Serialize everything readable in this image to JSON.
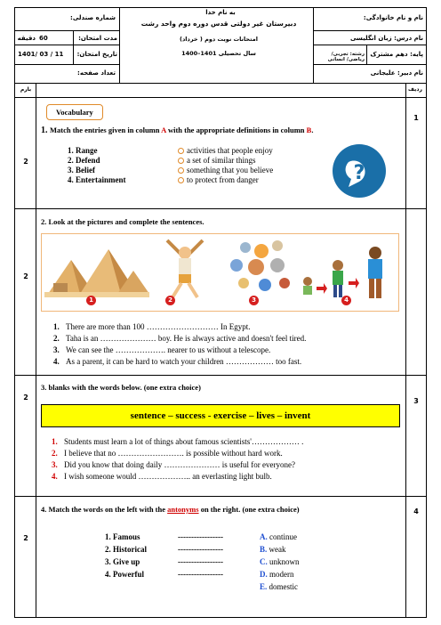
{
  "header": {
    "besmellah": "به نام خدا",
    "school": "دبیرستان غیر دولتی قدس دوره دوم واحد رشت",
    "exam_name": "امتحانات نوبت دوم ( خرداد)",
    "year": "سال تحصیلی 1401–1400",
    "name_label": "نام و نام خانوادگی:",
    "seat_label": "شماره صندلی:",
    "subject_label": "نام درس: زبان انگلیسی",
    "duration_label": "مدت امتحان:",
    "duration_value": "60",
    "duration_unit": "دقیقه",
    "grade_label": "پایه: دهم مشترک",
    "field_label": "رشته: تجربی/ریاضی/ انسانی",
    "date_label": "تاریخ امتحان:",
    "date_value": "1401/ 03 / 11",
    "teacher_label": "نام دبیر: علیجانی",
    "pages_label": "تعداد صفحه:",
    "row_label": "ردیف",
    "score_label": "بارم"
  },
  "q1": {
    "row": "1",
    "score": "2",
    "section_label": "Vocabulary",
    "number": "1.",
    "title_a": "Match the entries given in column ",
    "col_a": "A",
    "title_b": " with the appropriate definitions in column ",
    "col_b": "B",
    "title_c": ".",
    "entries": [
      "1.  Range",
      "2.  Defend",
      "3.  Belief",
      "4.  Entertainment"
    ],
    "definitions": [
      "activities that people enjoy",
      "a set of similar things",
      "something that you believe",
      "to protect from danger"
    ],
    "icon_glyph": "?"
  },
  "q2": {
    "score": "2",
    "title": "2. Look at the pictures and complete the sentences.",
    "badges": [
      "1",
      "2",
      "3",
      "4"
    ],
    "numbers": [
      "1.",
      "2.",
      "3.",
      "4."
    ],
    "sentences": [
      "There are more than 100 ……………………… In Egypt.",
      "Taha is an ………………… boy. He is always active and doesn't feel tired.",
      "We can see the ………………. nearer to us without a telescope.",
      "As a parent, it can be hard to watch your children ……………… too fast."
    ]
  },
  "q3": {
    "row": "3",
    "score": "2",
    "title": "3.  blanks with the words below. (one extra choice)",
    "word_box": "sentence – success - exercise – lives – invent",
    "numbers": [
      "1.",
      "2.",
      "3.",
      "4."
    ],
    "sentences": [
      "Students must learn a lot of things about famous scientists'……………… .",
      "I believe that no ……………………. is possible without hard work.",
      "Did you know that doing daily ………………… is useful for everyone?",
      "I wish someone would ……………….. an everlasting light bulb."
    ]
  },
  "q4": {
    "row": "4",
    "score": "2",
    "title_a": "4. Match the words on the left with the ",
    "title_antonyms": "antonyms",
    "title_b": " on the right. (one extra choice)",
    "left": [
      "1.  Famous",
      "2.  Historical",
      "3.  Give up",
      "4.  Powerful"
    ],
    "dashes": "-----------------",
    "right_letters": [
      "A.",
      "B.",
      "C.",
      "D.",
      "E."
    ],
    "right_words": [
      "continue",
      "weak",
      "unknown",
      "modern",
      "domestic"
    ]
  }
}
